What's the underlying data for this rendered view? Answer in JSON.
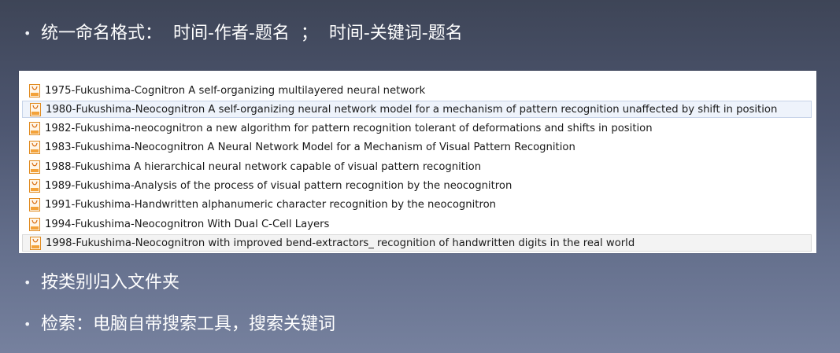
{
  "bullets": {
    "dot": "•",
    "naming": "统一命名格式：  时间-作者-题名  ；  时间-关键词-题名",
    "folders": "按类别归入文件夹",
    "search": "检索：电脑自带搜索工具，搜索关键词"
  },
  "file_list": {
    "icon": "pdf-file-icon",
    "files": [
      "1975-Fukushima-Cognitron A self-organizing multilayered neural network",
      "1980-Fukushima-Neocognitron A self-organizing neural network model for a mechanism of pattern recognition unaffected by shift in position",
      "1982-Fukushima-neocognitron a new algorithm for pattern recognition tolerant of deformations and shifts in position",
      "1983-Fukushima-Neocognitron A Neural Network Model for a Mechanism of Visual Pattern Recognition",
      "1988-Fukushima A hierarchical neural network capable of visual pattern recognition",
      "1989-Fukushima-Analysis of the process of visual pattern recognition by the neocognitron",
      "1991-Fukushima-Handwritten alphanumeric character recognition by the neocognitron",
      "1994-Fukushima-Neocognitron With Dual C-Cell Layers",
      "1998-Fukushima-Neocognitron with improved bend-extractors_ recognition of handwritten digits in the real world"
    ]
  },
  "colors": {
    "icon_orange": "#f3a23a",
    "selected_bg": "#eef3fb"
  }
}
